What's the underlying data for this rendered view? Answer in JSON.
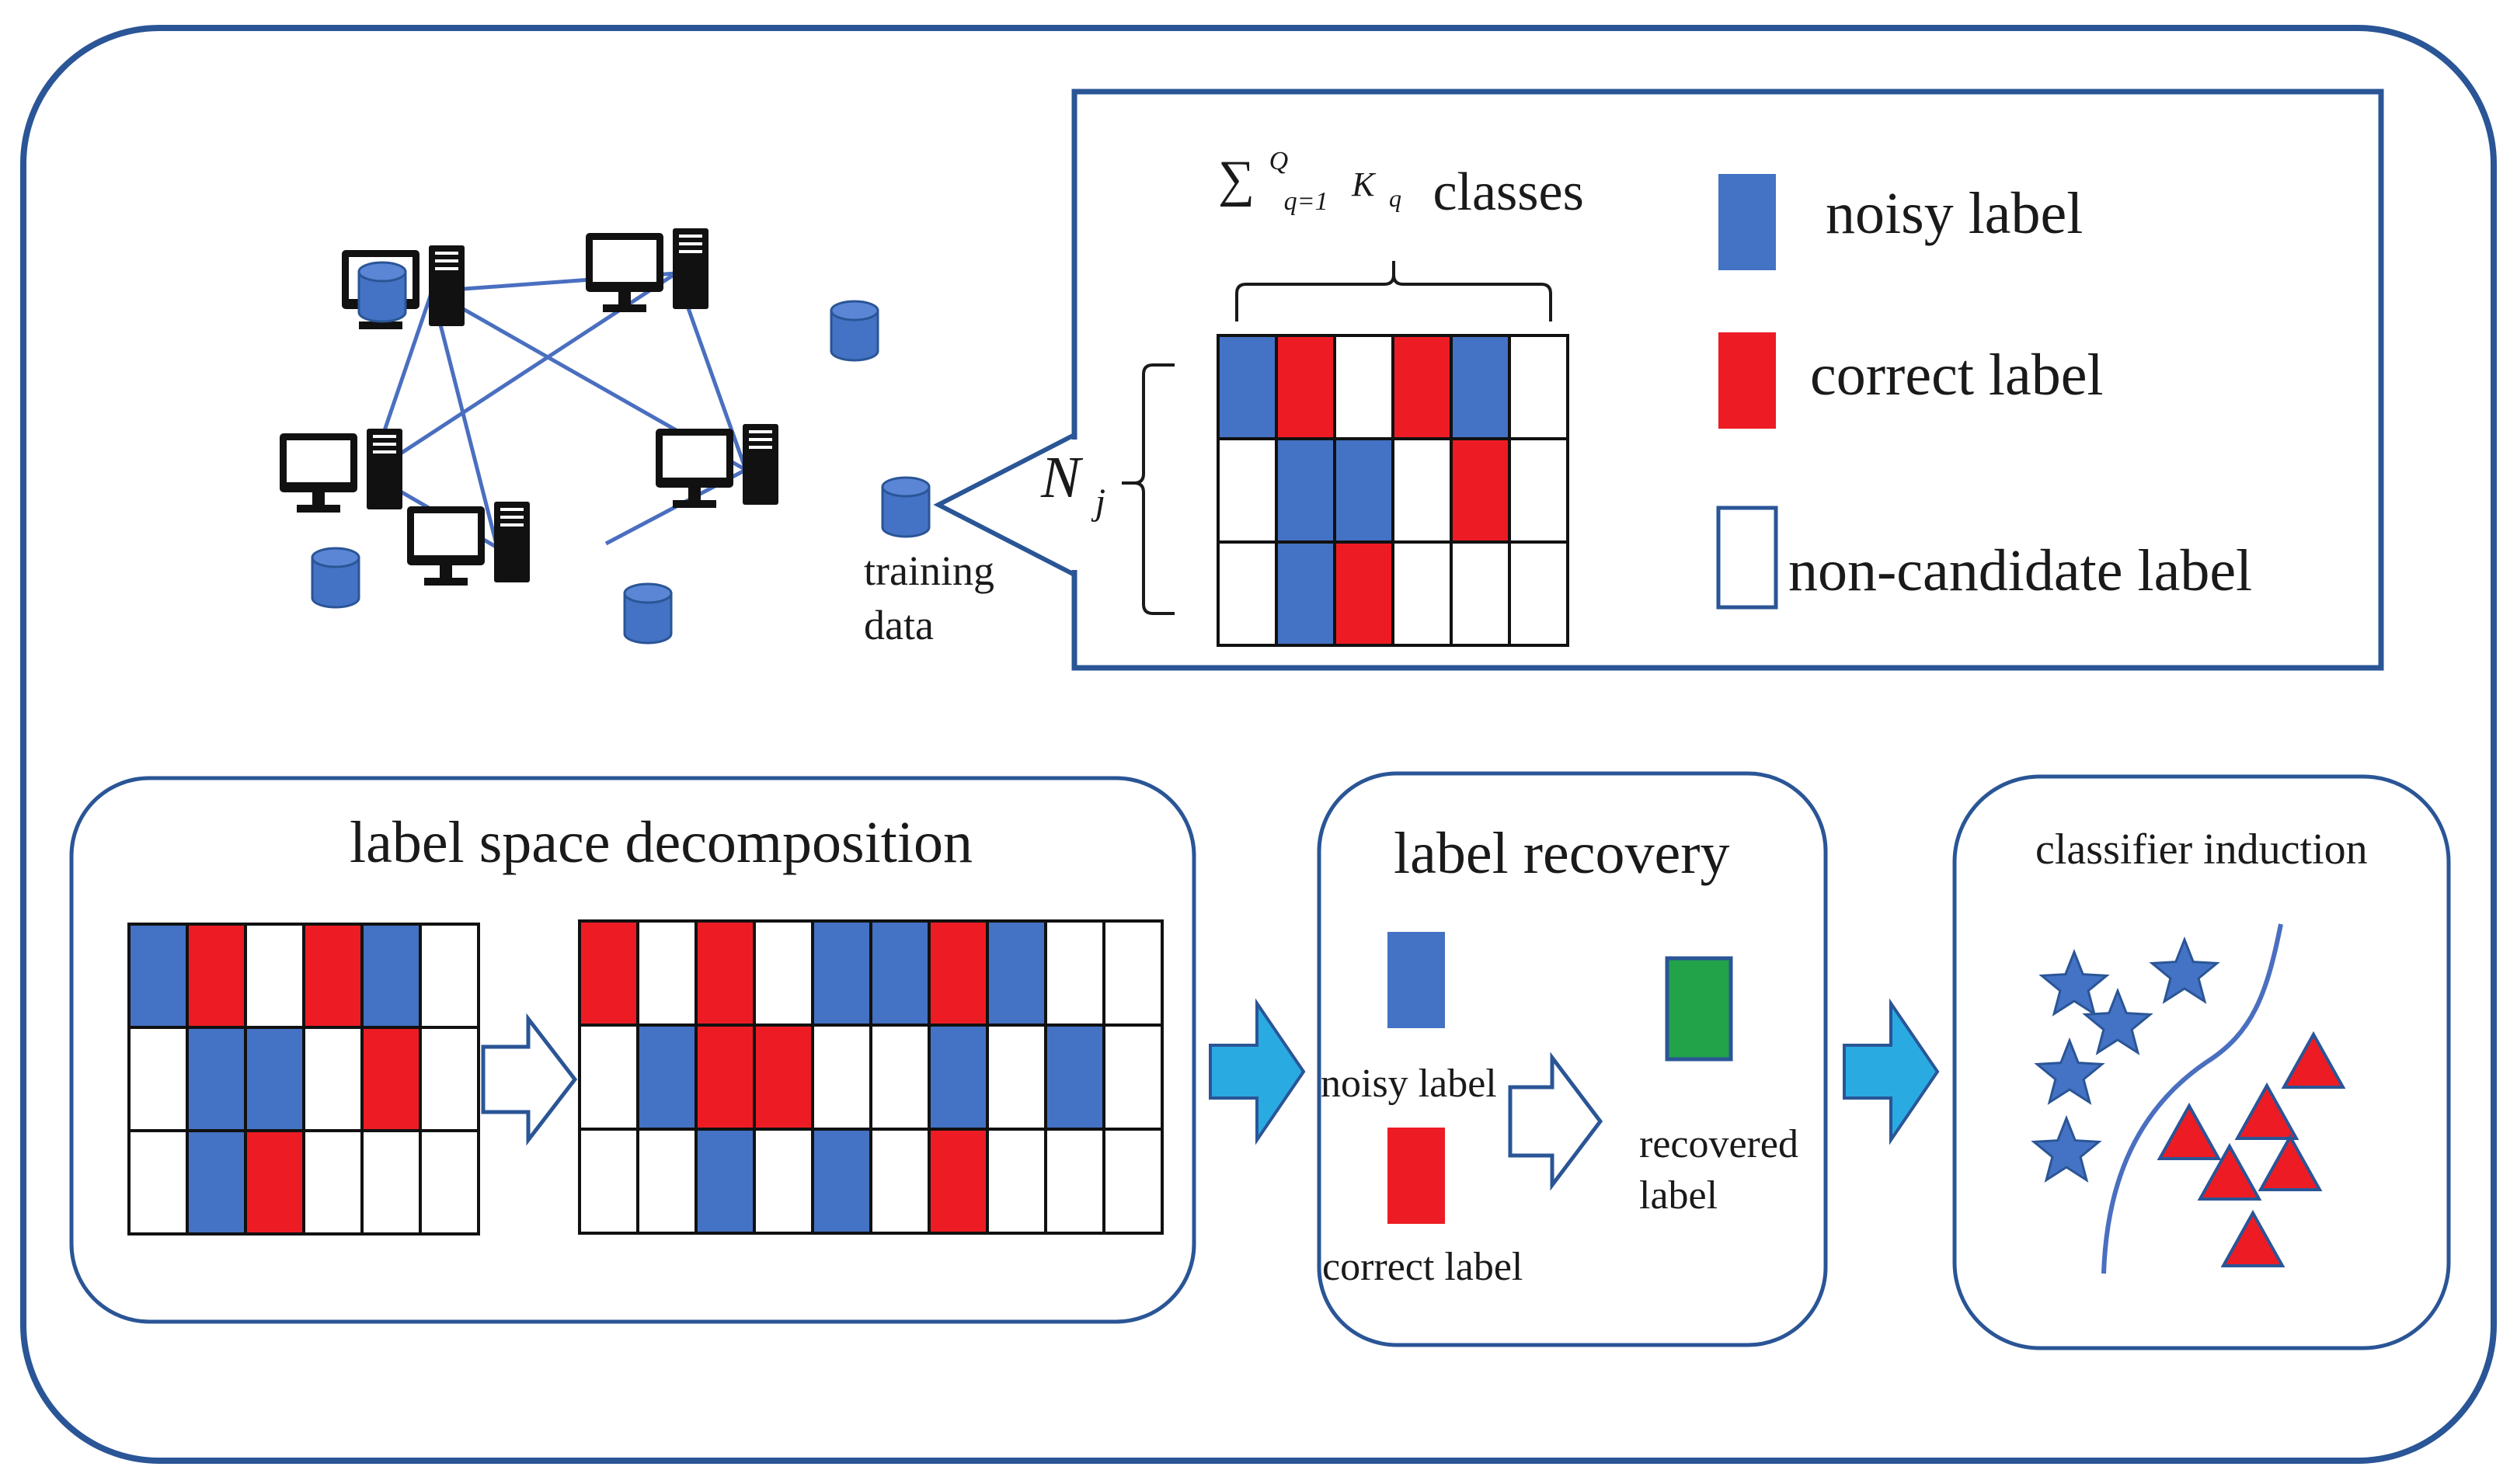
{
  "colors": {
    "frame": "#2a5596",
    "noisy": "#4472c4",
    "correct": "#ed1c24",
    "recovered": "#22a34a",
    "arrow_fill": "#29abe2",
    "network_line": "#4a6fc0",
    "computer": "#111111"
  },
  "network": {
    "training_data_line1": "training",
    "training_data_line2": "data",
    "nj_symbol": "N",
    "nj_subscript": "j"
  },
  "legend": {
    "classes_sum_symbol": "∑",
    "classes_superscript": "Q",
    "classes_subscript": "q=1",
    "classes_k": "K",
    "classes_k_subscript": "q",
    "classes_word": "classes",
    "noisy_label": "noisy label",
    "correct_label": "correct label",
    "non_candidate_label": "non-candidate label"
  },
  "label_matrix": [
    [
      "noisy",
      "correct",
      "none",
      "correct",
      "noisy",
      "none"
    ],
    [
      "none",
      "noisy",
      "noisy",
      "none",
      "correct",
      "none"
    ],
    [
      "none",
      "noisy",
      "correct",
      "none",
      "none",
      "none"
    ]
  ],
  "decomposed_matrix": [
    [
      "correct",
      "none",
      "correct",
      "none",
      "noisy",
      "noisy",
      "correct",
      "noisy",
      "none",
      "none"
    ],
    [
      "none",
      "noisy",
      "correct",
      "correct",
      "none",
      "none",
      "noisy",
      "none",
      "noisy",
      "none"
    ],
    [
      "none",
      "none",
      "noisy",
      "none",
      "noisy",
      "none",
      "correct",
      "none",
      "none",
      "none"
    ]
  ],
  "stages": {
    "decomposition_title": "label space decomposition",
    "recovery_title": "label recovery",
    "recovery_noisy": "noisy label",
    "recovery_correct": "correct label",
    "recovery_recovered_line1": "recovered",
    "recovery_recovered_line2": "label",
    "induction_title": "classifier induction"
  }
}
